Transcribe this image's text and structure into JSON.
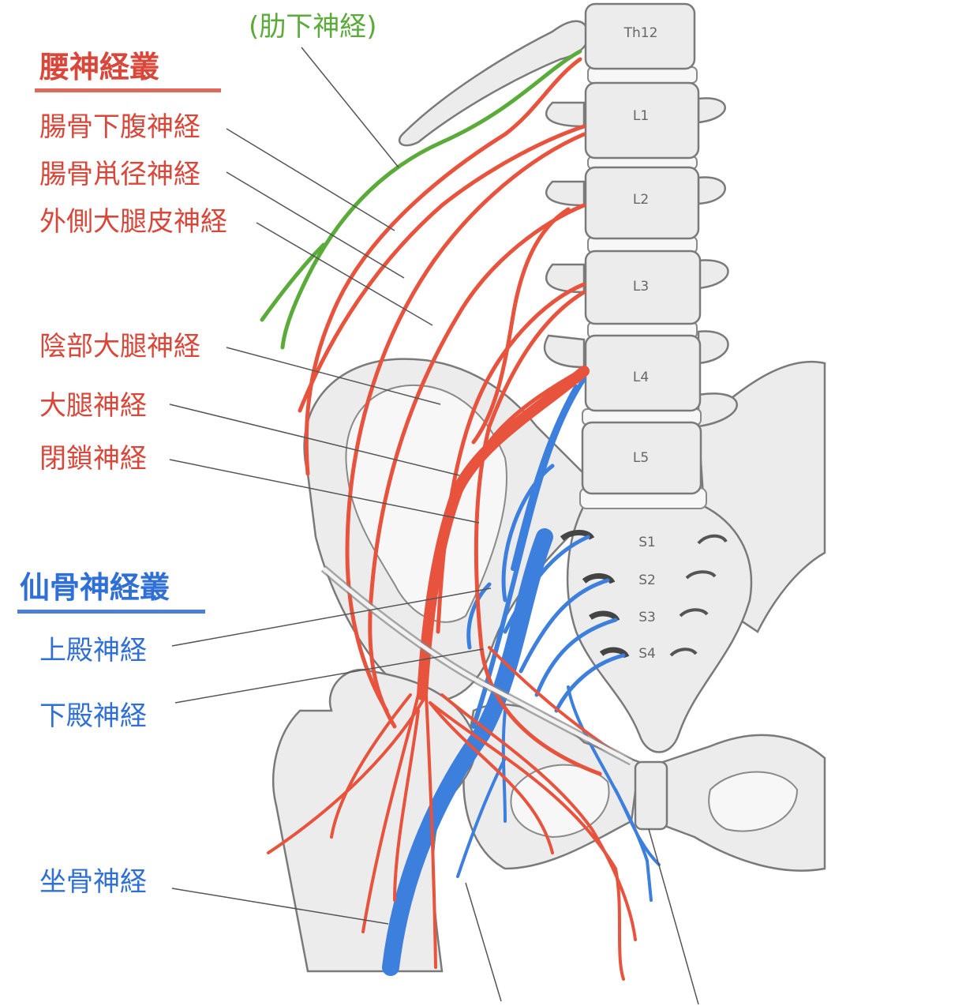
{
  "labels": {
    "subcostal": "(肋下神経)",
    "lumbar_plexus": "腰神経叢",
    "iliohypogastric": "腸骨下腹神経",
    "ilioinguinal": "腸骨鼡径神経",
    "lateral_femoral_cutaneous": "外側大腿皮神経",
    "genitofemoral": "陰部大腿神経",
    "femoral": "大腿神経",
    "obturator": "閉鎖神経",
    "sacral_plexus": "仙骨神経叢",
    "superior_gluteal": "上殿神経",
    "inferior_gluteal": "下殿神経",
    "sciatic": "坐骨神経"
  },
  "vertebrae": [
    "Th12",
    "L1",
    "L2",
    "L3",
    "L4",
    "L5"
  ],
  "sacral_foramina": [
    "S1",
    "S2",
    "S3",
    "S4"
  ],
  "colors": {
    "lumbar": "#e8533d",
    "sacral": "#3d7fdc",
    "subcostal": "#5aab3a"
  }
}
